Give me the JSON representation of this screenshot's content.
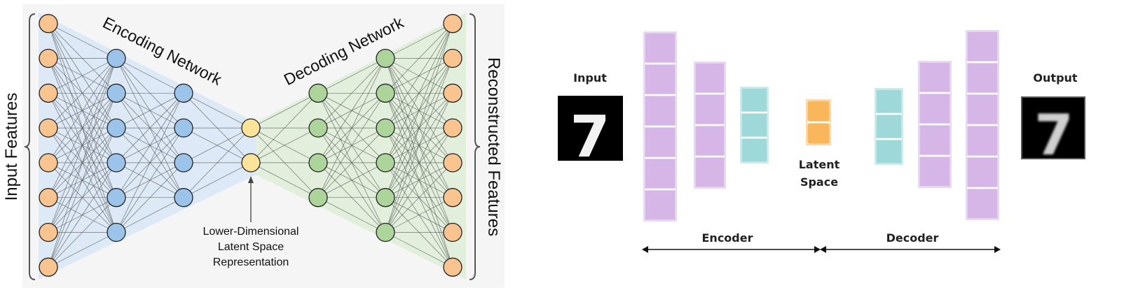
{
  "left": {
    "labels": {
      "input_features": "Input Features",
      "reconstructed_features": "Reconstructed Features",
      "encoding_network": "Encoding Network",
      "decoding_network": "Decoding Network",
      "latent_line1": "Lower-Dimensional",
      "latent_line2": "Latent Space",
      "latent_line3": "Representation"
    },
    "layers": [
      {
        "role": "input",
        "count": 8
      },
      {
        "role": "encoder-hidden",
        "count": 6
      },
      {
        "role": "encoder-hidden",
        "count": 4
      },
      {
        "role": "latent",
        "count": 2
      },
      {
        "role": "decoder-hidden",
        "count": 4
      },
      {
        "role": "decoder-hidden",
        "count": 6
      },
      {
        "role": "output",
        "count": 8
      }
    ],
    "colors": {
      "input_output": "#f9c48f",
      "encoder": "#9cc3ea",
      "latent": "#fbe39a",
      "decoder": "#acd49b",
      "encoder_bg": "#dde9f6",
      "decoder_bg": "#e2efdc",
      "panel_bg": "#f5f5f5",
      "edge": "#555555"
    }
  },
  "right": {
    "labels": {
      "input": "Input",
      "output": "Output",
      "latent_line1": "Latent",
      "latent_line2": "Space",
      "encoder": "Encoder",
      "decoder": "Decoder",
      "digit": "7"
    },
    "blocks": [
      {
        "role": "encoder-conv",
        "cells": 6,
        "color": "#d5b6e6"
      },
      {
        "role": "encoder-conv",
        "cells": 4,
        "color": "#d5b6e6"
      },
      {
        "role": "encoder-dense",
        "cells": 3,
        "color": "#9ed8d8"
      },
      {
        "role": "latent",
        "cells": 2,
        "color": "#f9b65a"
      },
      {
        "role": "decoder-dense",
        "cells": 3,
        "color": "#9ed8d8"
      },
      {
        "role": "decoder-conv",
        "cells": 4,
        "color": "#d5b6e6"
      },
      {
        "role": "decoder-conv",
        "cells": 6,
        "color": "#d5b6e6"
      }
    ]
  }
}
